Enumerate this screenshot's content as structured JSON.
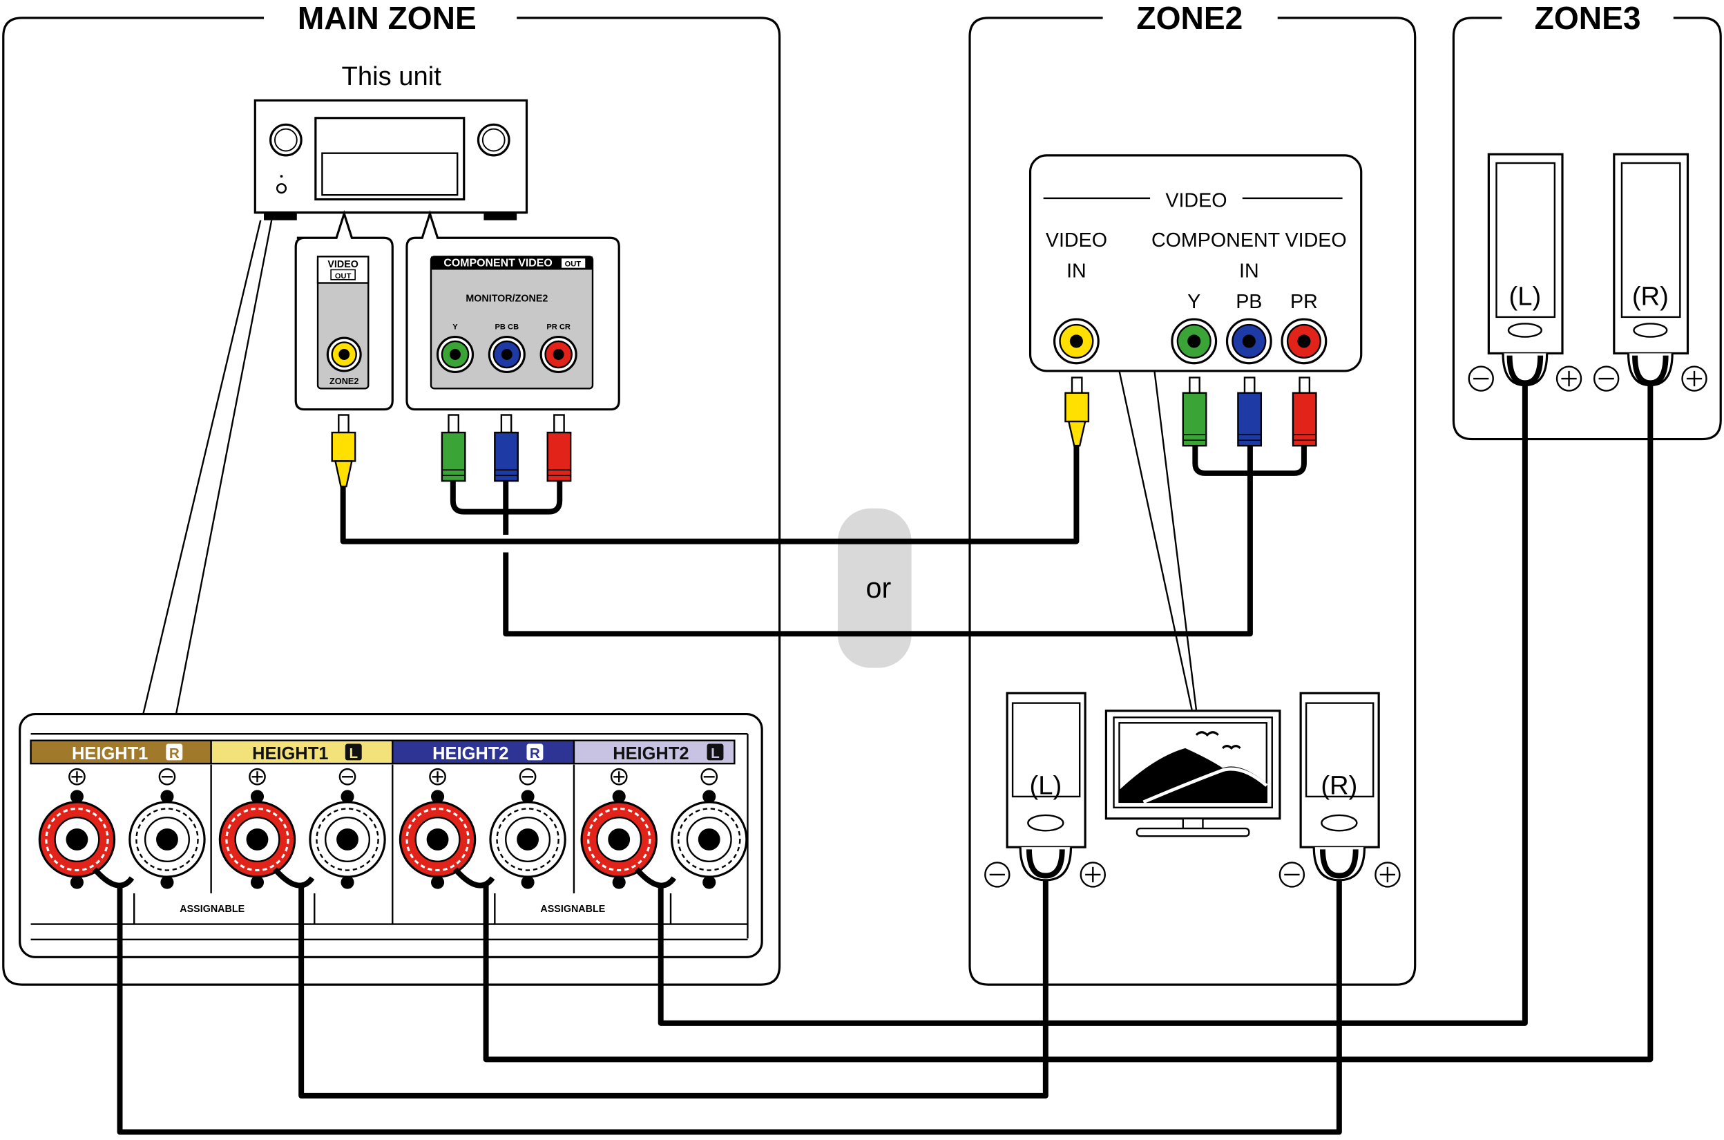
{
  "zones": {
    "main": "MAIN ZONE",
    "zone2": "ZONE2",
    "zone3": "ZONE3"
  },
  "unit_label": "This unit",
  "or_label": "or",
  "unit_panels": {
    "video_out": {
      "title": "VIDEO",
      "badge": "OUT",
      "jack_label": "ZONE2"
    },
    "component_out": {
      "title": "COMPONENT VIDEO",
      "badge": "OUT",
      "subtitle": "MONITOR/ZONE2",
      "jacks": [
        "Y",
        "PB CB",
        "PR CR"
      ]
    }
  },
  "tv_panel": {
    "title": "VIDEO",
    "video_in_line1": "VIDEO",
    "video_in_line2": "IN",
    "component_line1": "COMPONENT VIDEO",
    "component_line2": "IN",
    "component_labels": [
      "Y",
      "PB",
      "PR"
    ]
  },
  "speaker_panel": {
    "channels": [
      {
        "name": "HEIGHT1",
        "side": "R",
        "color": "#a07a2a",
        "text_color": "#ffffff"
      },
      {
        "name": "HEIGHT1",
        "side": "L",
        "color": "#f3e27a",
        "text_color": "#111111"
      },
      {
        "name": "HEIGHT2",
        "side": "R",
        "color": "#2d3494",
        "text_color": "#ffffff"
      },
      {
        "name": "HEIGHT2",
        "side": "L",
        "color": "#c9c3e3",
        "text_color": "#111111"
      }
    ],
    "assignable": [
      "ASSIGNABLE",
      "ASSIGNABLE"
    ]
  },
  "speakers": {
    "zone2": {
      "left": "(L)",
      "right": "(R)"
    },
    "zone3": {
      "left": "(L)",
      "right": "(R)"
    }
  },
  "colors": {
    "y_green": "#3aa536",
    "pb_blue": "#1d3aa5",
    "pr_red": "#e2231a",
    "video_yellow": "#ffe000",
    "terminal_red": "#e2231a",
    "or_bubble": "#d9d9d9",
    "panel_gray": "#c8c8c8"
  }
}
